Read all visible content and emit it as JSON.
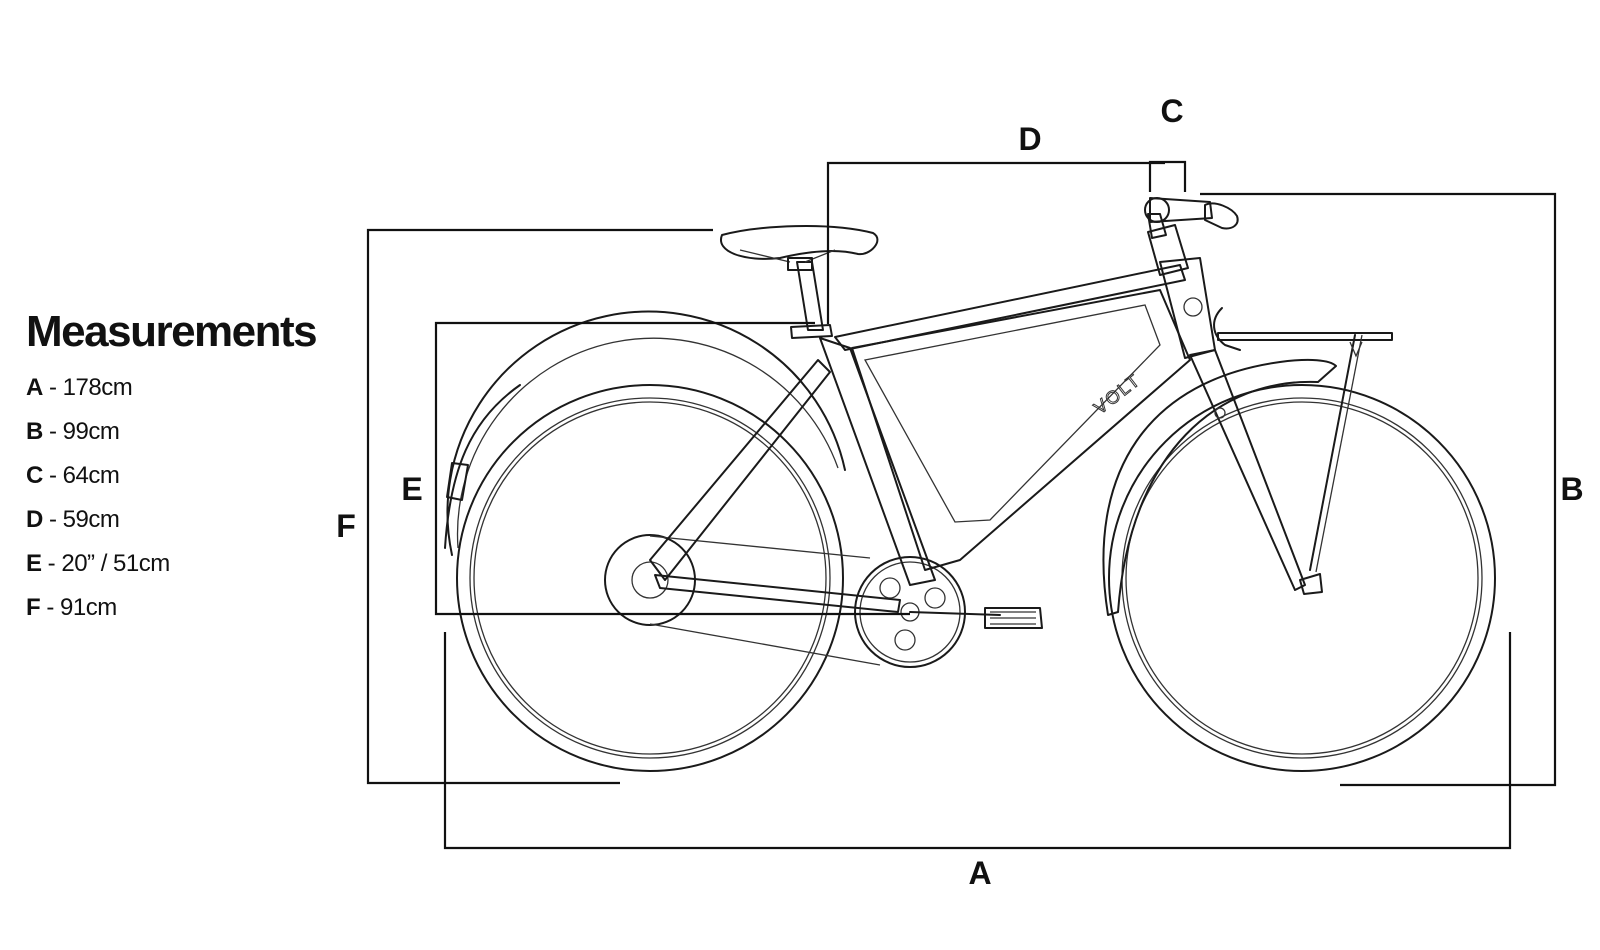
{
  "title": "Measurements",
  "measurements": [
    {
      "key": "A",
      "value": " - 178cm"
    },
    {
      "key": "B",
      "value": " - 99cm"
    },
    {
      "key": "C",
      "value": " - 64cm"
    },
    {
      "key": "D",
      "value": " - 59cm"
    },
    {
      "key": "E",
      "value": " - 20” / 51cm"
    },
    {
      "key": "F",
      "value": " - 91cm"
    }
  ],
  "dimension_letters": {
    "A": "A",
    "B": "B",
    "C": "C",
    "D": "D",
    "E": "E",
    "F": "F"
  },
  "brand": "VOLT"
}
